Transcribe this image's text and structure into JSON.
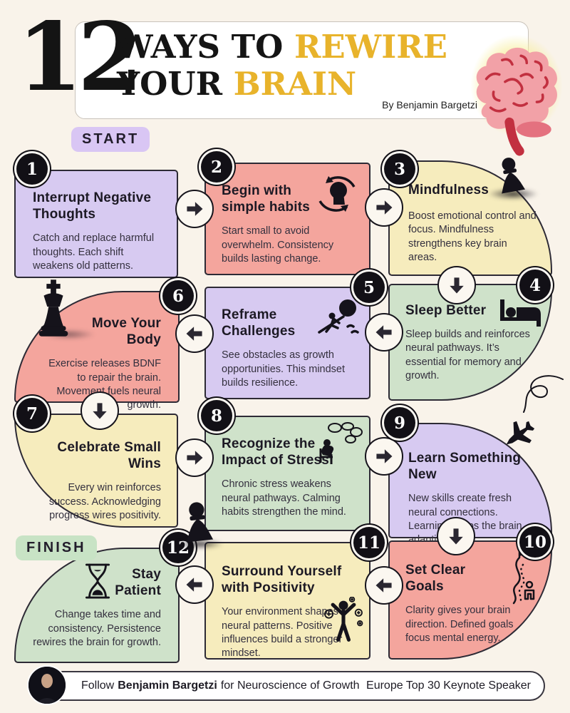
{
  "palette": {
    "background": "#f9f3ea",
    "purple_card": "#d7caf1",
    "salmon_card": "#f4a59d",
    "yellow_card": "#f6ecbd",
    "green_card": "#cfe2ca",
    "gold_accent": "#e8b32b",
    "ink": "#1c1924",
    "brain_pink": "#f2a1a7",
    "brain_red": "#c23040"
  },
  "header": {
    "big_number": "12",
    "title_black_1": "WAYS TO",
    "title_gold_1": "REWIRE",
    "title_black_2": "YOUR",
    "title_gold_2": "BRAIN",
    "byline": "By Benjamin Bargetzi"
  },
  "labels": {
    "start": "START",
    "finish": "FINISH"
  },
  "cards": [
    {
      "number": "1",
      "title": "Interrupt Negative Thoughts",
      "body": "Catch and replace harmful thoughts. Each shift weakens old patterns.",
      "color": "#d7caf1"
    },
    {
      "number": "2",
      "title": "Begin with simple habits",
      "body": "Start small to avoid overwhelm. Consistency builds lasting change.",
      "color": "#f4a59d",
      "icon": "habit-loop-icon"
    },
    {
      "number": "3",
      "title": "Mindfulness",
      "body": "Boost emotional control and focus. Mindfulness strengthens key brain areas.",
      "color": "#f6ecbd"
    },
    {
      "number": "4",
      "title": "Sleep Better",
      "body": "Sleep builds and reinforces neural pathways. It’s essential for memory and growth.",
      "color": "#cfe2ca",
      "icon": "sleeping-bed-icon"
    },
    {
      "number": "5",
      "title": "Reframe Challenges",
      "body": "See obstacles as growth opportunities. This mindset builds resilience.",
      "color": "#d7caf1",
      "icon": "pushing-boulder-icon"
    },
    {
      "number": "6",
      "title": "Move Your Body",
      "body": "Exercise releases BDNF to repair the brain. Movement fuels neural growth.",
      "color": "#f4a59d"
    },
    {
      "number": "7",
      "title": "Celebrate Small Wins",
      "body": "Every win reinforces success. Acknowledging progress wires positivity.",
      "color": "#f6ecbd"
    },
    {
      "number": "8",
      "title": "Recognize the Impact of Stress",
      "body": "Chronic stress weakens neural pathways. Calming habits strengthen the mind.",
      "color": "#cfe2ca",
      "icon": "stressed-person-icon"
    },
    {
      "number": "9",
      "title": "Learn Something New",
      "body": "New skills create fresh neural connections. Learning keeps the brain adaptive.",
      "color": "#d7caf1"
    },
    {
      "number": "10",
      "title": "Set Clear Goals",
      "body": "Clarity gives your brain direction. Defined goals focus mental energy.",
      "color": "#f4a59d",
      "icon": "goal-path-icon"
    },
    {
      "number": "11",
      "title": "Surround Yourself with Positivity",
      "body": "Your environment shapes neural patterns. Positive influences build a stronger mindset.",
      "color": "#f6ecbd",
      "icon": "positive-person-icon"
    },
    {
      "number": "12",
      "title": "Stay Patient",
      "body": "Change takes time and consistency. Persistence rewires the brain for growth.",
      "color": "#cfe2ca",
      "icon": "hourglass-icon"
    }
  ],
  "decorations": [
    "brain-illustration",
    "chess-king",
    "chess-pawn-on-card-3",
    "chess-pawn-on-card-11",
    "airplane",
    "airplane-trail",
    "glow"
  ],
  "footer": {
    "follow_prefix": "Follow",
    "name": "Benjamin Bargetzi",
    "follow_suffix": "for Neuroscience of Growth",
    "right_text": "Europe Top 30 Keynote Speaker"
  }
}
